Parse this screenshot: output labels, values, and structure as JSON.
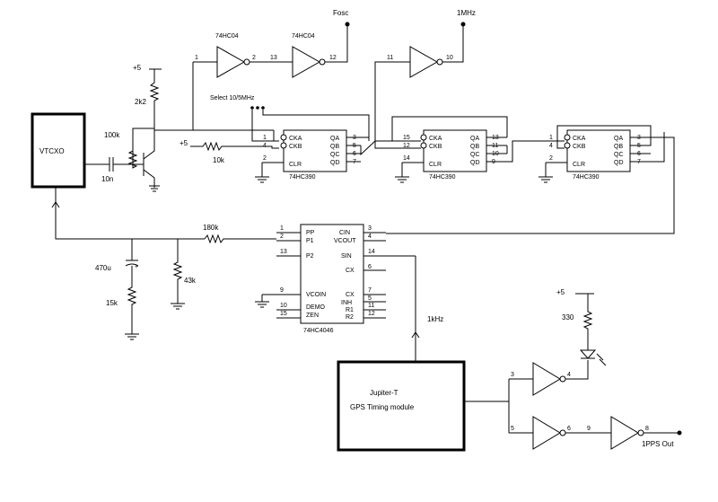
{
  "labels": {
    "fosc": "Fosc",
    "mhz1": "1MHz",
    "inv_top1": "74HC04",
    "inv_top2": "74HC04",
    "plus5_top": "+5",
    "plus5_mid": "+5",
    "plus5_led": "+5",
    "select": "Select 10/5MHz",
    "vtcxo": "VTCXO",
    "r2k2": "2k2",
    "r100k": "100k",
    "r10k": "10k",
    "c10n": "10n",
    "r180k": "180k",
    "c470u": "470u",
    "r15k": "15k",
    "r43k": "43k",
    "r330": "330",
    "f1khz": "1kHz",
    "jupiter_title": "Jupiter-T",
    "jupiter_sub": "GPS Timing module",
    "pps_out": "1PPS Out",
    "ic390": "74HC390",
    "ic4046": "74HC4046"
  },
  "pins": {
    "inv1_out": "2",
    "inv2_in": "13",
    "inv2_out": "12",
    "inv0_in": "1",
    "inv3_in": "11",
    "inv3_out": "10",
    "inv4_in": "3",
    "inv4_out": "4",
    "inv5_in": "5",
    "inv5_out": "6",
    "inv6_in": "9",
    "inv6_out": "8"
  },
  "counter": {
    "left_labels": [
      "CKA",
      "CKB",
      "CLR"
    ],
    "right_labels": [
      "QA",
      "QB",
      "QC",
      "QD"
    ],
    "u1_left": [
      "1",
      "4",
      "2"
    ],
    "u1_right": [
      "3",
      "5",
      "6",
      "7"
    ],
    "u2_left": [
      "15",
      "12",
      "14"
    ],
    "u2_right": [
      "13",
      "11",
      "10",
      "9"
    ],
    "u3_left": [
      "1",
      "4",
      "2"
    ],
    "u3_right": [
      "3",
      "5",
      "6",
      "7"
    ]
  },
  "pll": {
    "left_labels": [
      "PP",
      "P1",
      "P2",
      "VCOIN",
      "DEMO",
      "ZEN"
    ],
    "left_pins": [
      "1",
      "2",
      "13",
      "9",
      "10",
      "15"
    ],
    "right_labels": [
      "CIN",
      "VCOUT",
      "SIN",
      "CX",
      "CX",
      "INH",
      "R1",
      "R2"
    ],
    "right_pins": [
      "3",
      "4",
      "14",
      "6",
      "7",
      "5",
      "11",
      "12"
    ]
  }
}
